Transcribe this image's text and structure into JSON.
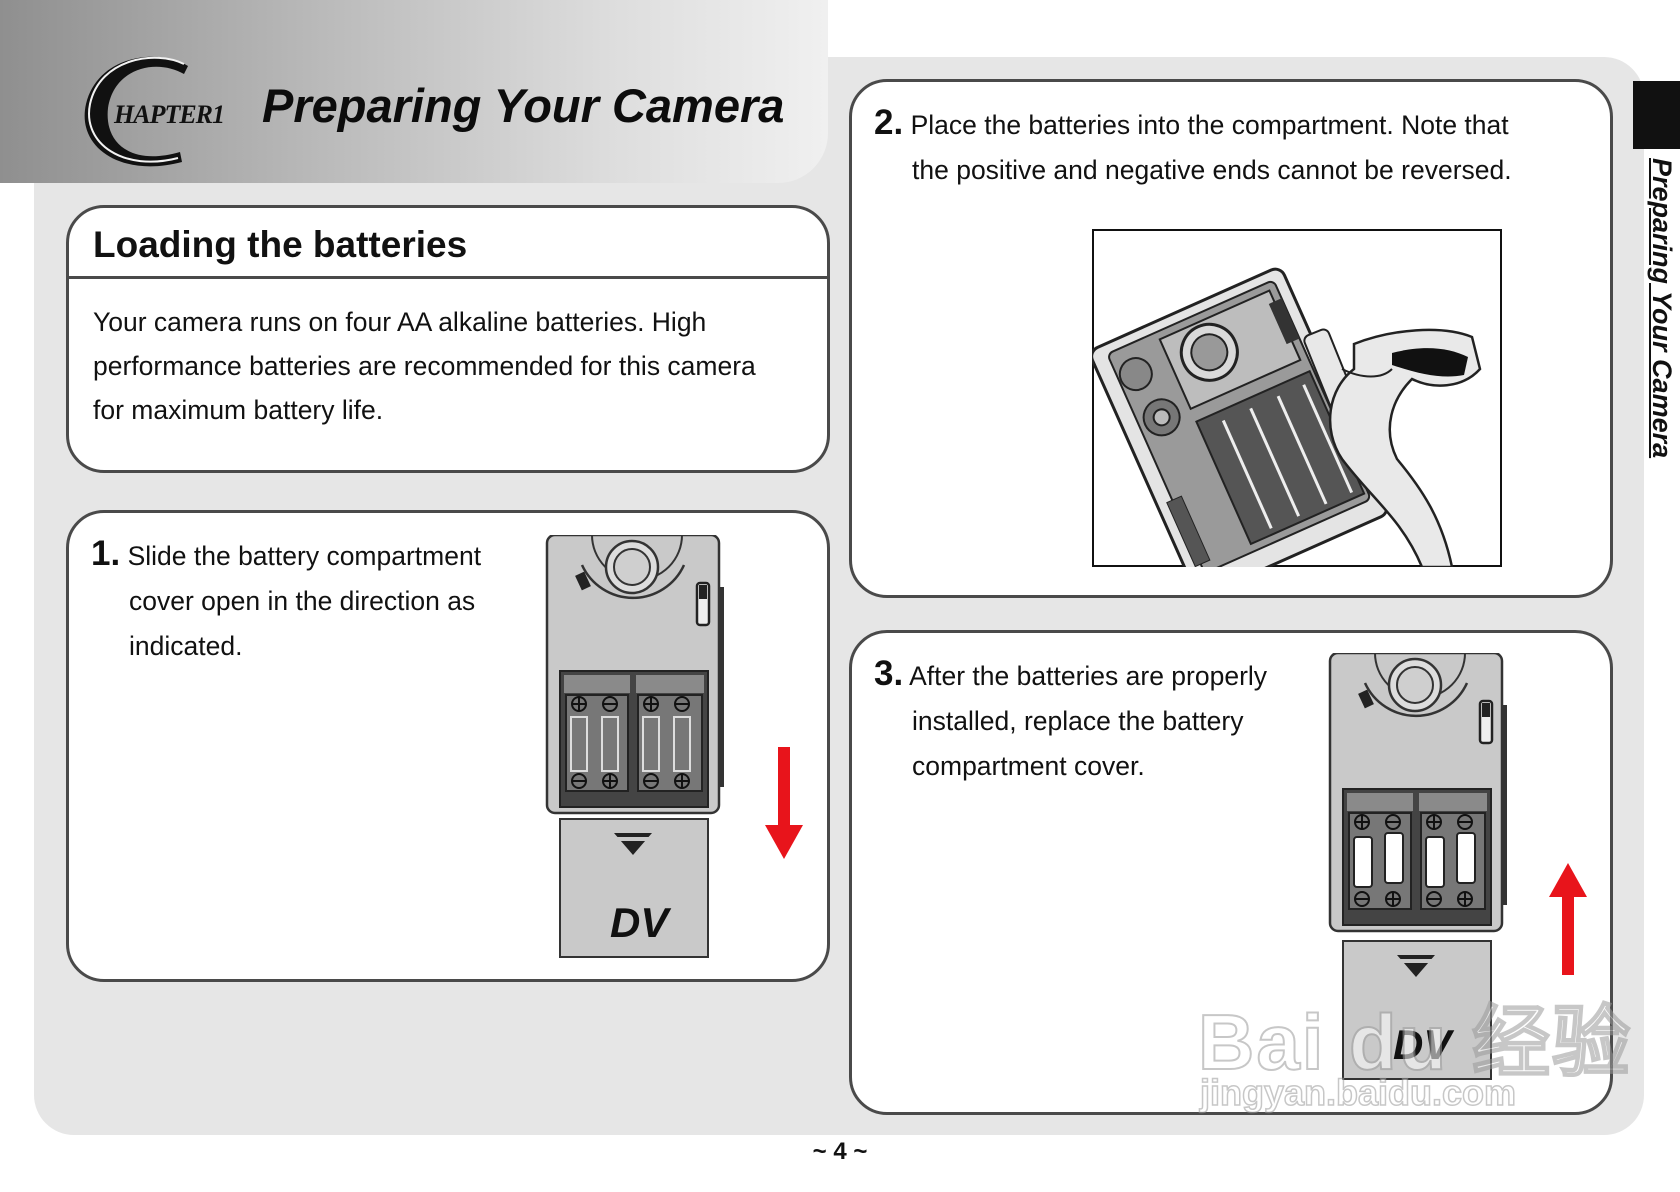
{
  "header": {
    "chapter_letter": "C",
    "chapter_word": "HAPTER",
    "chapter_number": "1",
    "title": "Preparing Your Camera"
  },
  "loading": {
    "title": "Loading the batteries",
    "body": "Your camera runs on four AA alkaline batteries. High performance batteries are recommended for this camera for maximum battery life."
  },
  "steps": [
    {
      "number": "1.",
      "lines": [
        "Slide the battery compartment",
        "cover open in the direction as",
        "indicated."
      ],
      "arrow": "down"
    },
    {
      "number": "2.",
      "lines": [
        "Place the batteries into the compartment. Note that",
        "the positive and negative ends cannot be reversed."
      ]
    },
    {
      "number": "3.",
      "lines": [
        "After the batteries are properly",
        "installed, replace the battery",
        "compartment cover."
      ],
      "arrow": "up"
    }
  ],
  "cover_logo": "DV",
  "side_label": "Preparing Your Camera",
  "page_number": "~ 4 ~",
  "watermark": {
    "main": "Bai du 经验",
    "sub": "jingyan.baidu.com"
  },
  "colors": {
    "panel": "#e6e6e6",
    "border": "#4a4a4a",
    "arrow": "#e8141b",
    "camera_body": "#c9c9c9",
    "battery_well": "#444444"
  }
}
